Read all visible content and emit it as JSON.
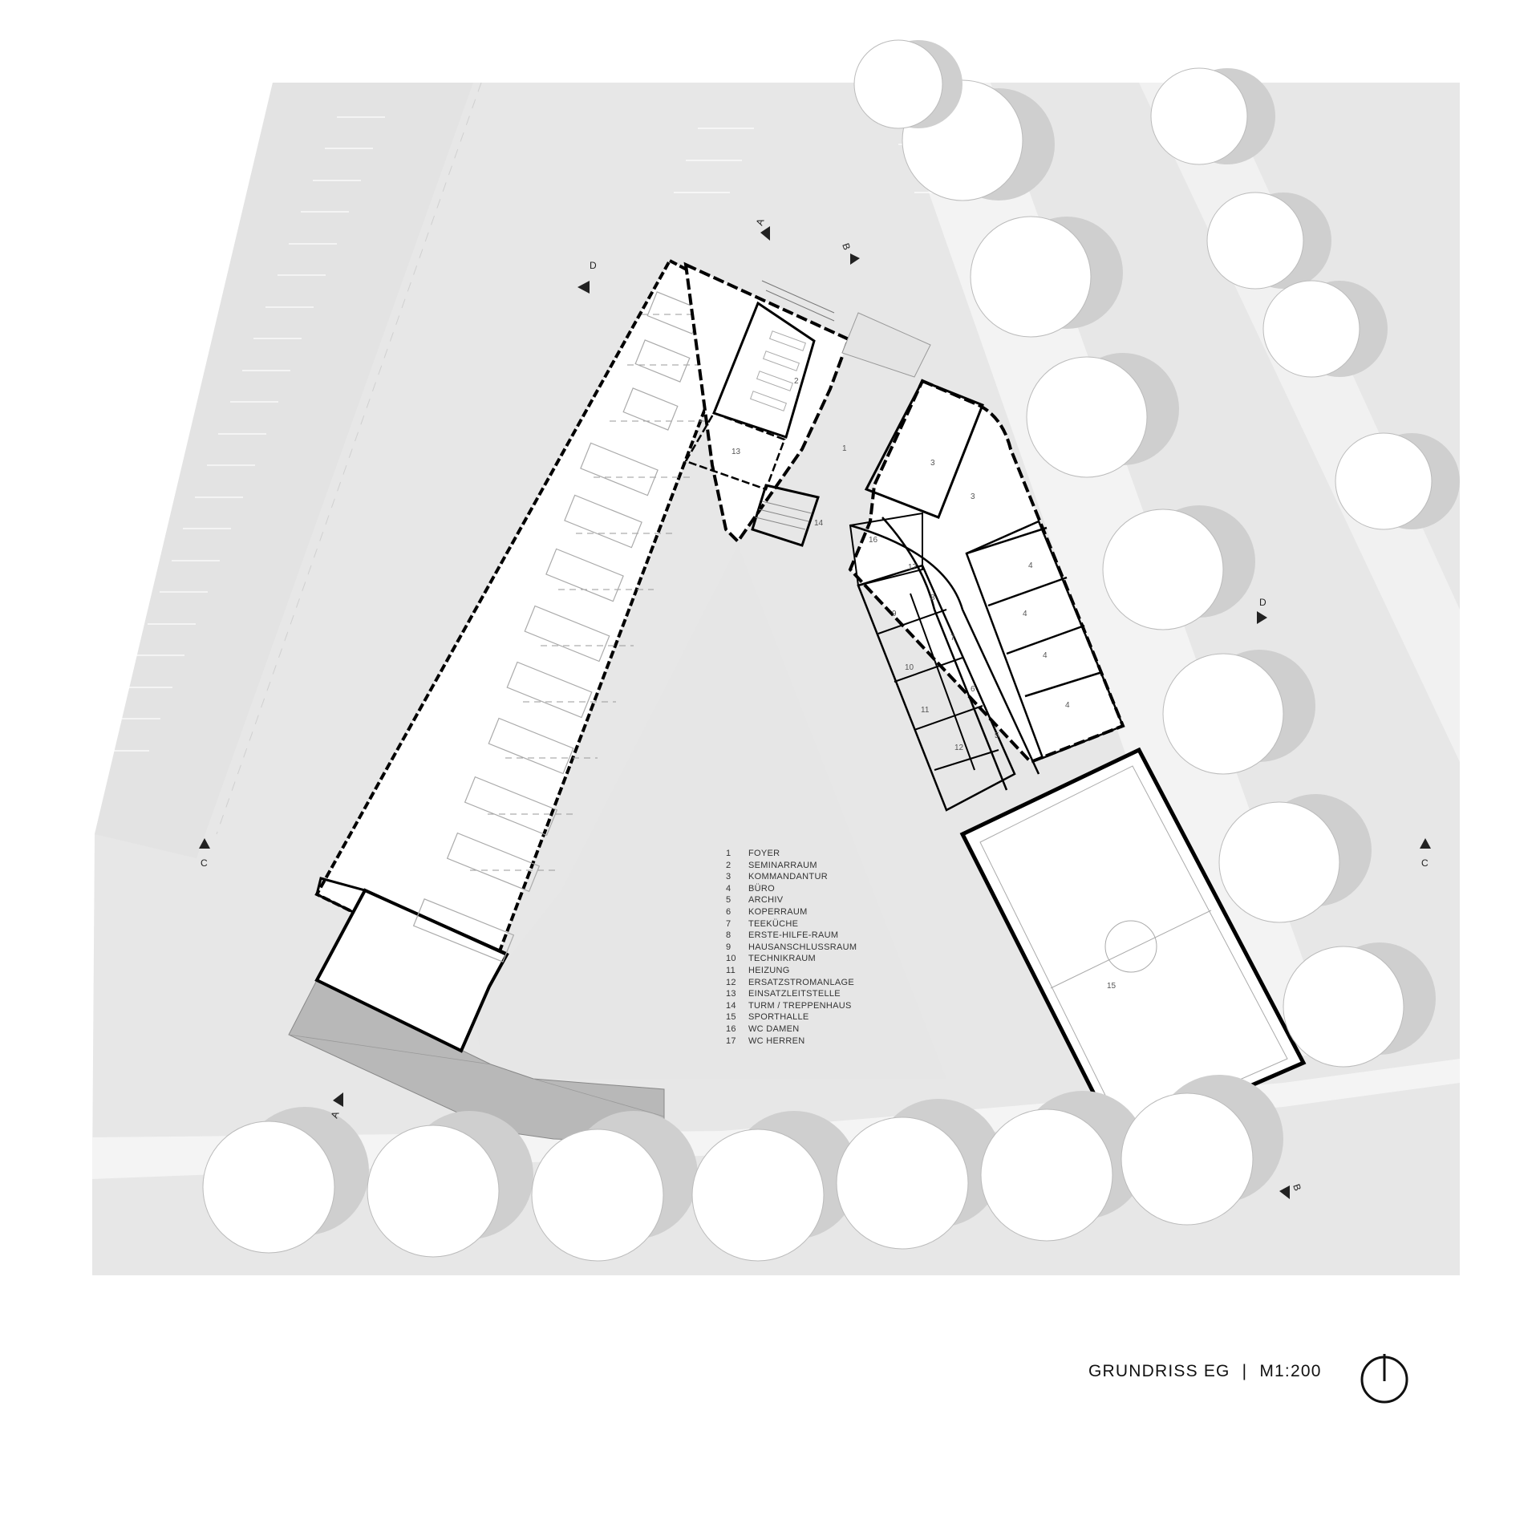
{
  "title": "GRUNDRISS EG",
  "separator": "|",
  "scale": "M1:200",
  "north_arrow": {
    "icon": "north-arrow-icon"
  },
  "section_markers": {
    "a": "A",
    "b": "B",
    "c": "C",
    "d": "D"
  },
  "room_numbers": [
    "1",
    "2",
    "3",
    "3",
    "4",
    "4",
    "4",
    "4",
    "5",
    "6",
    "7",
    "8",
    "9",
    "10",
    "11",
    "12",
    "13",
    "14",
    "15",
    "16",
    "17"
  ],
  "legend": [
    {
      "num": "1",
      "label": "FOYER"
    },
    {
      "num": "2",
      "label": "SEMINARRAUM"
    },
    {
      "num": "3",
      "label": "KOMMANDANTUR"
    },
    {
      "num": "4",
      "label": "BÜRO"
    },
    {
      "num": "5",
      "label": "ARCHIV"
    },
    {
      "num": "6",
      "label": "KOPERRAUM"
    },
    {
      "num": "7",
      "label": "TEEKÜCHE"
    },
    {
      "num": "8",
      "label": "ERSTE-HILFE-RAUM"
    },
    {
      "num": "9",
      "label": "HAUSANSCHLUSSRAUM"
    },
    {
      "num": "10",
      "label": "TECHNIKRAUM"
    },
    {
      "num": "11",
      "label": "HEIZUNG"
    },
    {
      "num": "12",
      "label": "ERSATZSTROMANLAGE"
    },
    {
      "num": "13",
      "label": "EINSATZLEITSTELLE"
    },
    {
      "num": "14",
      "label": "TURM / TREPPENHAUS"
    },
    {
      "num": "15",
      "label": "SPORTHALLE"
    },
    {
      "num": "16",
      "label": "WC DAMEN"
    },
    {
      "num": "17",
      "label": "WC HERREN"
    }
  ],
  "colors": {
    "ground": "#e8e8e8",
    "wall": "#000000",
    "ramp": "#b7b7b7",
    "tree_shadow": "#cfcfcf"
  }
}
